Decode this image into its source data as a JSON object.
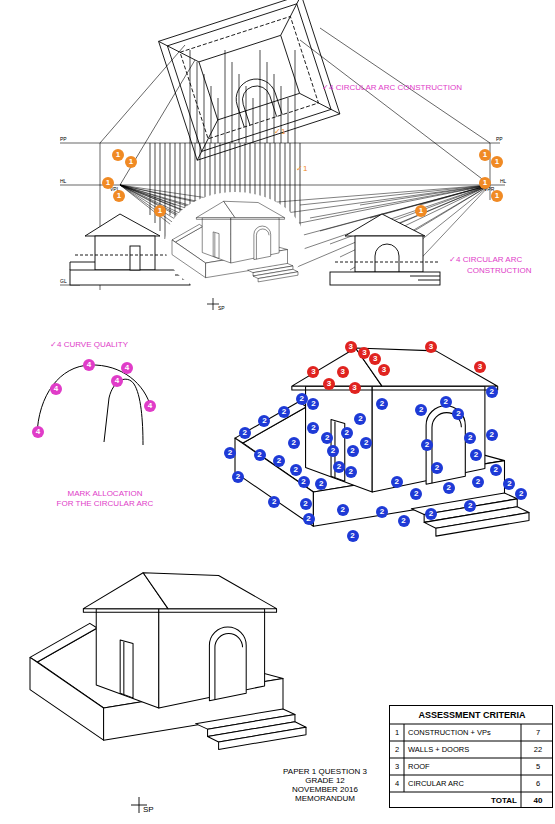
{
  "diagram": {
    "nodes": [
      {
        "text": [
          "ASSESSMENT CRITERIA",
          "1",
          "CONSTRUCTION + VPs",
          "7",
          "2",
          "WALLS + DOORS",
          "22",
          "3",
          "ROOF",
          "5",
          "4",
          "CIRCULAR ARC",
          "6",
          "TOTAL",
          "40"
        ]
      }
    ],
    "labels": [
      "✓4 CIRCULAR ARC CONSTRUCTION",
      "PP",
      "HL",
      "VPL",
      "GL",
      "PP",
      "HL",
      "VPR",
      "SP",
      "✓1",
      "✓1",
      "✓4 CIRCULAR ARC",
      "CONSTRUCTION",
      "✓4 CURVE QUALITY",
      "MARK ALLOCATION",
      "FOR THE CIRCULAR ARC",
      "PAPER 1 QUESTION 3",
      "GRADE 12",
      "NOVEMBER 2016",
      "MEMORANDUM",
      "SP",
      "1",
      "1",
      "1",
      "1",
      "1",
      "1",
      "1",
      "1",
      "1",
      "1",
      "4",
      "4",
      "4",
      "4",
      "4",
      "4",
      "2",
      "2",
      "2",
      "2",
      "2",
      "2",
      "2",
      "2",
      "2",
      "2",
      "2",
      "2",
      "2",
      "2",
      "2",
      "2",
      "2",
      "2",
      "2",
      "2",
      "2",
      "2",
      "2",
      "2",
      "2",
      "2",
      "2",
      "2",
      "2",
      "2",
      "2",
      "2",
      "2",
      "2",
      "2",
      "2",
      "2",
      "2",
      "2",
      "2",
      "2",
      "2",
      "2",
      "2",
      "2",
      "2",
      "2",
      "2",
      "3",
      "3",
      "3",
      "3",
      "3",
      "3",
      "3",
      "3",
      "3",
      "3"
    ]
  }
}
